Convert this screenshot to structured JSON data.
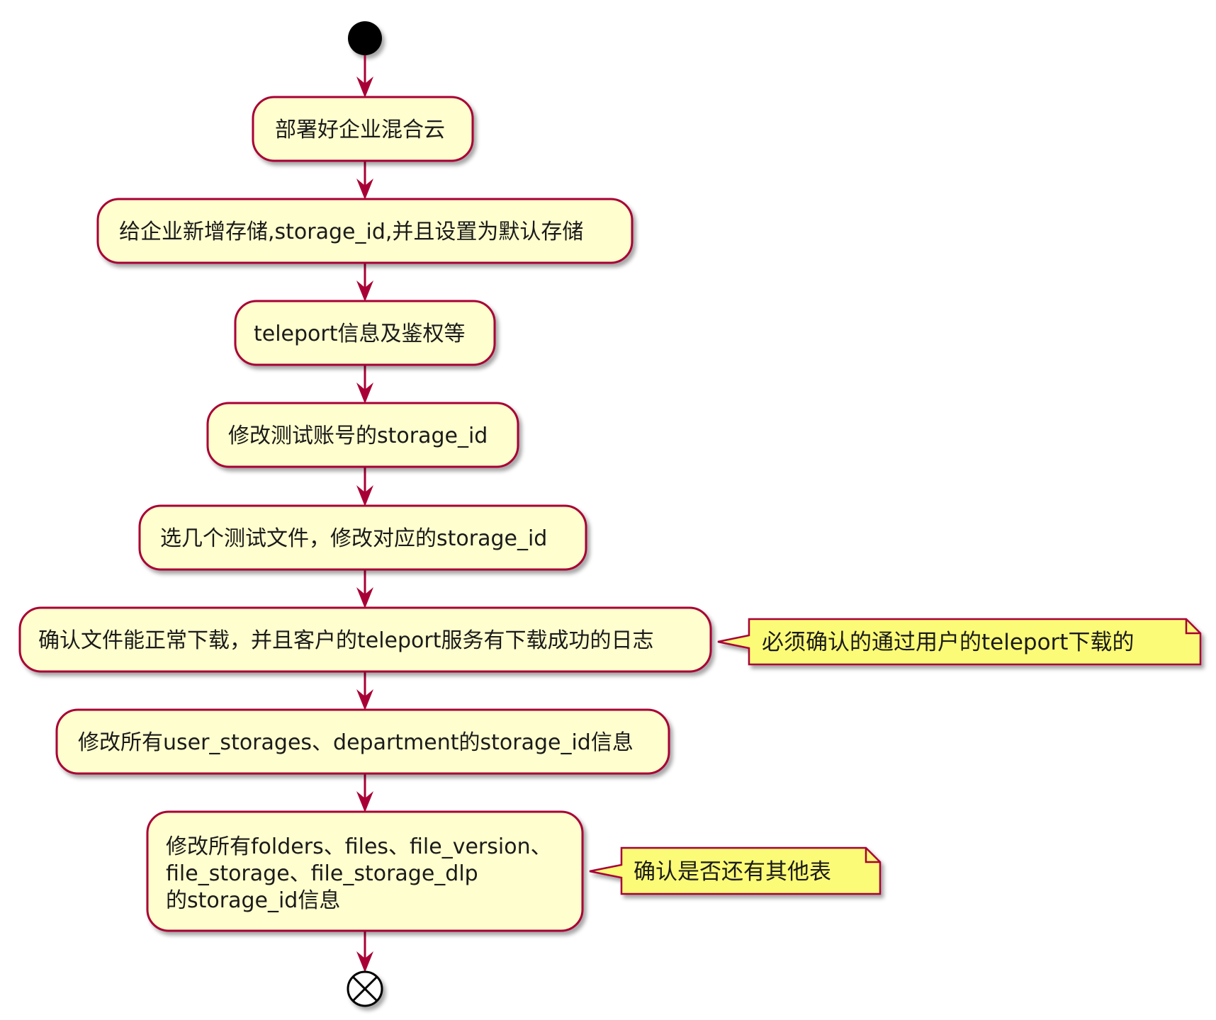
{
  "colors": {
    "activity_fill": "#FEFECE",
    "activity_border": "#A80036",
    "arrow": "#A80036",
    "note_fill": "#FBFB77",
    "note_border": "#A80036",
    "start_node": "#000000"
  },
  "activities": [
    {
      "id": "deploy-hybrid-cloud",
      "lines": [
        "部署好企业混合云"
      ]
    },
    {
      "id": "add-storage",
      "lines": [
        "给企业新增存储,storage_id,并且设置为默认存储"
      ]
    },
    {
      "id": "teleport-info",
      "lines": [
        "teleport信息及鉴权等"
      ]
    },
    {
      "id": "modify-test-account",
      "lines": [
        "修改测试账号的storage_id"
      ]
    },
    {
      "id": "select-test-files",
      "lines": [
        "选几个测试文件，修改对应的storage_id"
      ]
    },
    {
      "id": "confirm-download",
      "lines": [
        "确认文件能正常下载，并且客户的teleport服务有下载成功的日志"
      ]
    },
    {
      "id": "modify-user-storages",
      "lines": [
        "修改所有user_storages、department的storage_id信息"
      ]
    },
    {
      "id": "modify-folders-files",
      "lines": [
        "修改所有folders、files、file_version、",
        "file_storage、file_storage_dlp",
        "的storage_id信息"
      ]
    }
  ],
  "notes": [
    {
      "id": "note-confirm-teleport",
      "attached_to": "confirm-download",
      "text": "必须确认的通过用户的teleport下载的"
    },
    {
      "id": "note-other-tables",
      "attached_to": "modify-folders-files",
      "text": "确认是否还有其他表"
    }
  ]
}
